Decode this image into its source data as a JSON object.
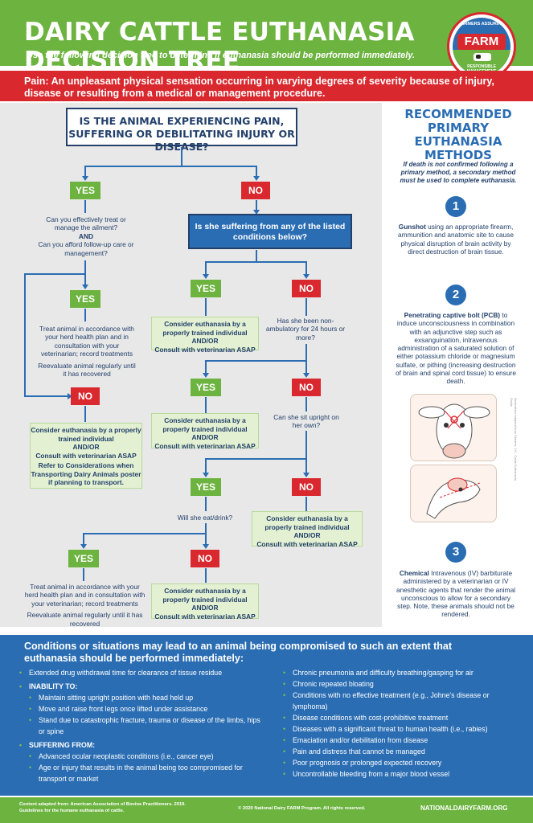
{
  "header": {
    "title": "DAIRY CATTLE EUTHANASIA DECISION TREE",
    "subtitle": "Use the following decision tree to determine if euthanasia should be performed immediately.",
    "logo": {
      "text": "FARM",
      "top": "FARMERS ASSURING",
      "bottom": "RESPONSIBLE MANAGEMENT"
    }
  },
  "pain": {
    "label": "Pain:",
    "text": "An unpleasant physical sensation occurring in varying degrees of severity because of injury, disease or resulting from a medical or management procedure."
  },
  "tree": {
    "main_question": "IS THE ANIMAL EXPERIENCING PAIN, SUFFERING OR DEBILITATING INJURY OR DISEASE?",
    "yes": "YES",
    "no": "NO",
    "q_manage": "Can you effectively treat or manage the ailment?",
    "and": "AND",
    "q_afford": "Can you afford follow-up care or management?",
    "treat_text": "Treat animal in accordance with your herd health plan and in consultation with your veterinarian; record treatments",
    "reevaluate": "Reevaluate animal regularly until it has recovered",
    "consider_a": "Consider euthanasia by a properly trained individual",
    "and_or": "AND/OR",
    "consult": "Consult with veterinarian ASAP",
    "refer": "Refer to Considerations when Transporting Dairy Animals poster if planning to transport.",
    "q_conditions": "Is she suffering from any of the listed conditions below?",
    "q_nonamb": "Has she been non-ambulatory for 24 hours or more?",
    "q_upright": "Can she sit upright on her own?",
    "q_eat": "Will she eat/drink?",
    "treat_text2": "Treat animal in accordance with your herd health plan and in consultation with your veterinarian; record treatments"
  },
  "methods": {
    "title": "RECOMMENDED PRIMARY EUTHANASIA METHODS",
    "note": "If death is not confirmed following a primary method, a secondary method must be used to complete euthanasia.",
    "items": [
      {
        "num": "1",
        "name": "Gunshot",
        "text": "using an appropriate firearm, ammunition and anatomic site to cause physical disruption of brain activity by direct destruction of brain tissue."
      },
      {
        "num": "2",
        "name": "Penetrating captive bolt (PCB)",
        "text": "to induce unconsciousness in combination with an adjunctive step such as exsanguination, intravenous administration of a saturated solution of either potassium chloride or magnesium sulfate, or pithing (increasing destruction of brain and spinal cord tissue) to ensure death."
      },
      {
        "num": "3",
        "name": "Chemical",
        "text": "Intravenous (IV) barbiturate administered by a veterinarian or IV anesthetic agents that render the animal unconscious to allow for a secondary step. Note, these animals should not be rendered."
      }
    ],
    "illustration_credit": "Illustrations adapted from Shearer, J.K., Cattle Euthanasia Guide"
  },
  "conditions": {
    "heading": "Conditions or situations may lead to an animal being compromised to such an extent that euthanasia should be performed immediately:",
    "left": [
      {
        "kind": "item",
        "text": "Extended drug withdrawal time for clearance of tissue residue"
      },
      {
        "kind": "head",
        "text": "INABILITY TO:"
      },
      {
        "kind": "sub",
        "text": "Maintain sitting upright position with head held up"
      },
      {
        "kind": "sub",
        "text": "Move and raise front legs once lifted under assistance"
      },
      {
        "kind": "sub",
        "text": "Stand due to catastrophic fracture, trauma or disease of the limbs, hips or spine"
      },
      {
        "kind": "head",
        "text": "SUFFERING FROM:"
      },
      {
        "kind": "sub",
        "text": "Advanced ocular neoplastic conditions (i.e., cancer eye)"
      },
      {
        "kind": "sub",
        "text": "Age or injury that results in the animal being too compromised for transport or market"
      }
    ],
    "right": [
      "Chronic pneumonia and difficulty breathing/gasping for air",
      "Chronic repeated bloating",
      "Conditions with no effective treatment (e.g., Johne's disease or lymphoma)",
      "Disease conditions with cost-prohibitive treatment",
      "Diseases with a significant threat to human health (i.e., rabies)",
      "Emaciation and/or debilitation from disease",
      "Pain and distress that cannot be managed",
      "Poor prognosis or prolonged expected recovery",
      "Uncontrollable bleeding from a major blood vessel"
    ]
  },
  "footer": {
    "source": "Content adapted from: American Association of Bovine Practitioners. 2019. Guidelines for the humane euthanasia of cattle.",
    "copyright": "© 2020 National Dairy FARM Program. All rights reserved.",
    "site": "NATIONALDAIRYFARM.ORG"
  },
  "colors": {
    "green": "#6cb33f",
    "red": "#d9282e",
    "blue": "#2a6db3",
    "navy": "#23406b"
  }
}
